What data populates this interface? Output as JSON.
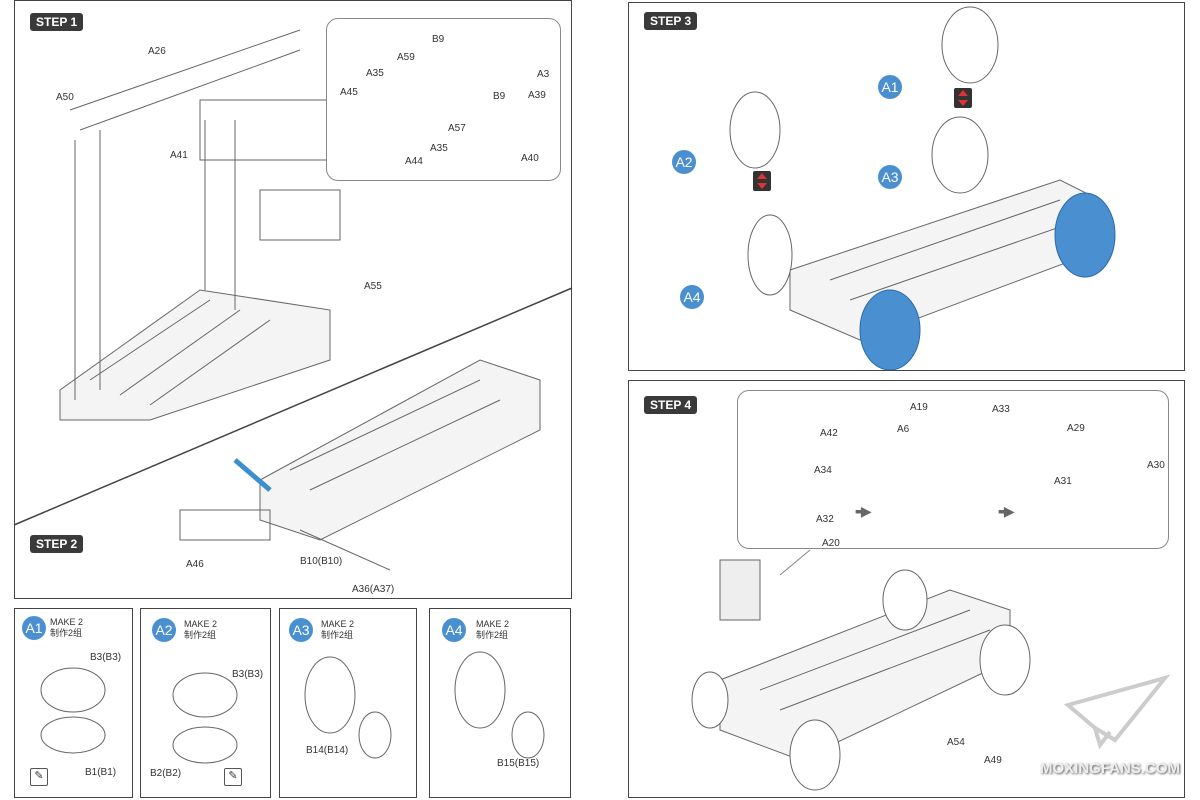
{
  "step1": {
    "badge": "STEP 1",
    "labels": [
      "A26",
      "A50",
      "A41",
      "A45",
      "A35",
      "A59",
      "B9",
      "A3",
      "A39",
      "B9",
      "A57",
      "A35",
      "A44",
      "A40",
      "A55"
    ]
  },
  "step2": {
    "badge": "STEP 2",
    "labels": [
      "A46",
      "B10(B10)",
      "A36(A37)"
    ]
  },
  "step3": {
    "badge": "STEP 3",
    "callouts": [
      "A1",
      "A2",
      "A3",
      "A4"
    ]
  },
  "step4": {
    "badge": "STEP 4",
    "labels": [
      "A42",
      "A19",
      "A33",
      "A29",
      "A6",
      "A34",
      "A30",
      "A31",
      "A32",
      "A20",
      "A54",
      "A49"
    ]
  },
  "subassemblies": [
    {
      "id": "A1",
      "make": "MAKE 2",
      "make_cn": "制作2组",
      "labels": [
        "B3(B3)",
        "B1(B1)"
      ]
    },
    {
      "id": "A2",
      "make": "MAKE 2",
      "make_cn": "制作2组",
      "labels": [
        "B3(B3)",
        "B2(B2)"
      ]
    },
    {
      "id": "A3",
      "make": "MAKE 2",
      "make_cn": "制作2组",
      "labels": [
        "B14(B14)"
      ]
    },
    {
      "id": "A4",
      "make": "MAKE 2",
      "make_cn": "制作2组",
      "labels": [
        "B15(B15)"
      ]
    }
  ],
  "watermark": "MOXINGFANS.COM",
  "colors": {
    "callout": "#4a8fd0",
    "badge": "#3a3a3a",
    "highlight": "#3a8fd0",
    "flip_arrow": "#d33333"
  }
}
